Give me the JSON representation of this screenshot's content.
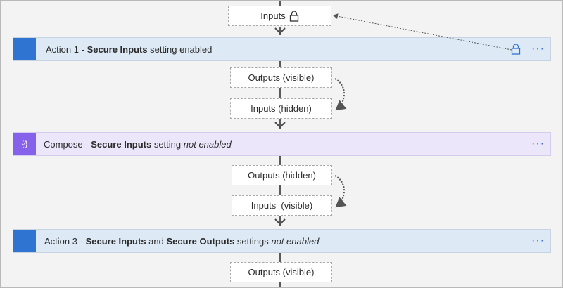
{
  "colors": {
    "accent_blue": "#2f74d0",
    "compose_purple": "#8661ea",
    "action_bg_blue": "#dde9f5",
    "action_bg_purple": "#ece6fb",
    "canvas_bg": "#f3f3f3"
  },
  "flow": {
    "top_inputs": {
      "label": "Inputs",
      "icon": "lock-icon"
    },
    "action1": {
      "name": "Action 1",
      "separator": "-",
      "bold1": "Secure Inputs",
      "tail": "setting enabled",
      "lock_icon": "lock-icon",
      "more": "···"
    },
    "outputs_visible_1": "Outputs (visible)",
    "inputs_hidden": "Inputs (hidden)",
    "compose": {
      "icon_glyph": "{⁄}",
      "name": "Compose",
      "separator": "-",
      "bold1": "Secure Inputs",
      "mid": "setting",
      "italic": "not enabled",
      "more": "···"
    },
    "outputs_hidden": "Outputs (hidden)",
    "inputs_visible": "Inputs  (visible)",
    "action3": {
      "name": "Action 3",
      "separator": "-",
      "bold1": "Secure Inputs",
      "and": "and",
      "bold2": "Secure Outputs",
      "mid": "settings",
      "italic": "not enabled",
      "more": "···"
    },
    "outputs_visible_2": "Outputs (visible)"
  }
}
